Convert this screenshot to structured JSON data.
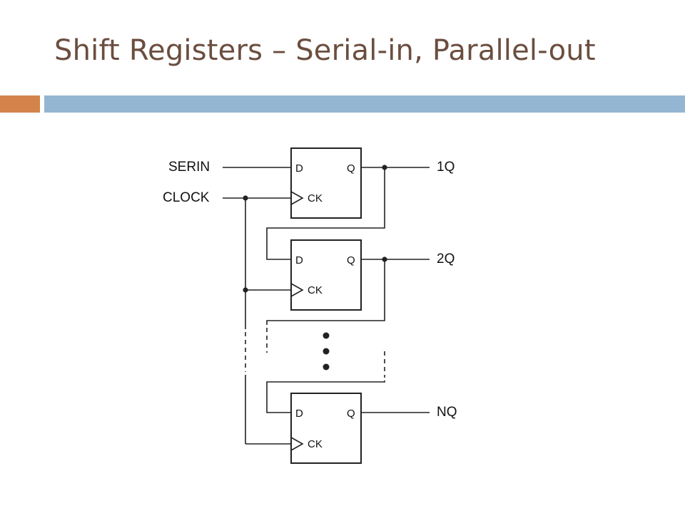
{
  "slide": {
    "title": "Shift Registers – Serial-in, Parallel-out",
    "accent_colors": {
      "orange": "#d4834a",
      "blue": "#94b6d2",
      "title": "#6b4e3f"
    }
  },
  "diagram": {
    "inputs": {
      "serin": "SERIN",
      "clock": "CLOCK"
    },
    "flipflops": [
      {
        "d_label": "D",
        "q_label": "Q",
        "ck_label": "CK",
        "output": "1Q"
      },
      {
        "d_label": "D",
        "q_label": "Q",
        "ck_label": "CK",
        "output": "2Q"
      },
      {
        "d_label": "D",
        "q_label": "Q",
        "ck_label": "CK",
        "output": "NQ"
      }
    ]
  }
}
